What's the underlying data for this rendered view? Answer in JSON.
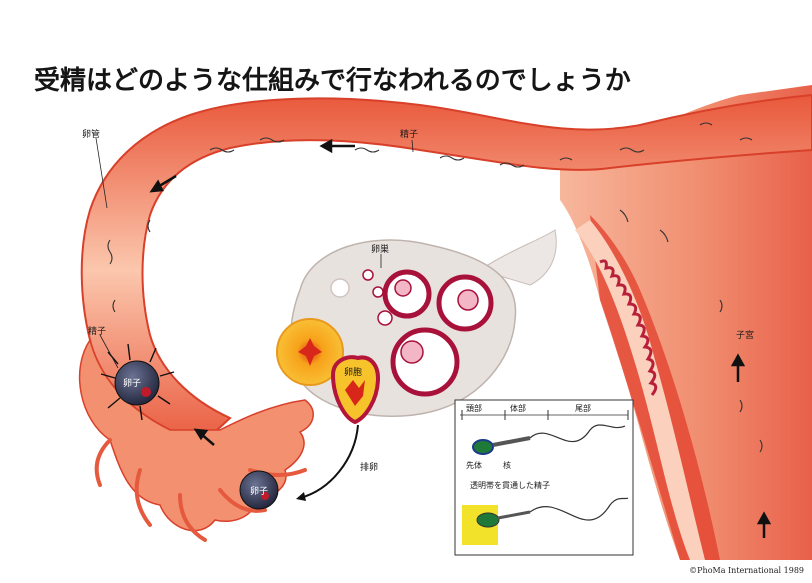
{
  "title": "受精はどのような仕組みで行なわれるのでしょうか",
  "labels": {
    "oviduct": "卵管",
    "sperm_top": "精子",
    "ovary": "卵巣",
    "sperm_left": "精子",
    "ovum_upper": "卵子",
    "ovum_lower": "卵子",
    "follicle": "卵胞",
    "ovulation": "排卵",
    "uterus": "子宮"
  },
  "inset": {
    "head": "頭部",
    "midpiece": "体部",
    "tail": "尾部",
    "acrosome": "先体",
    "nucleus": "核",
    "penetrating": "透明帯を貫通した精子"
  },
  "copyright": "©PhoMa International 1989",
  "colors": {
    "tube": "#f08a6c",
    "tube_light": "#f9c2aa",
    "tube_dark": "#d9452e",
    "ovary": "#e8e2df",
    "follicle_ring": "#a8113a",
    "corpus": "#f7b21a",
    "ovum": "#2b2f48"
  }
}
